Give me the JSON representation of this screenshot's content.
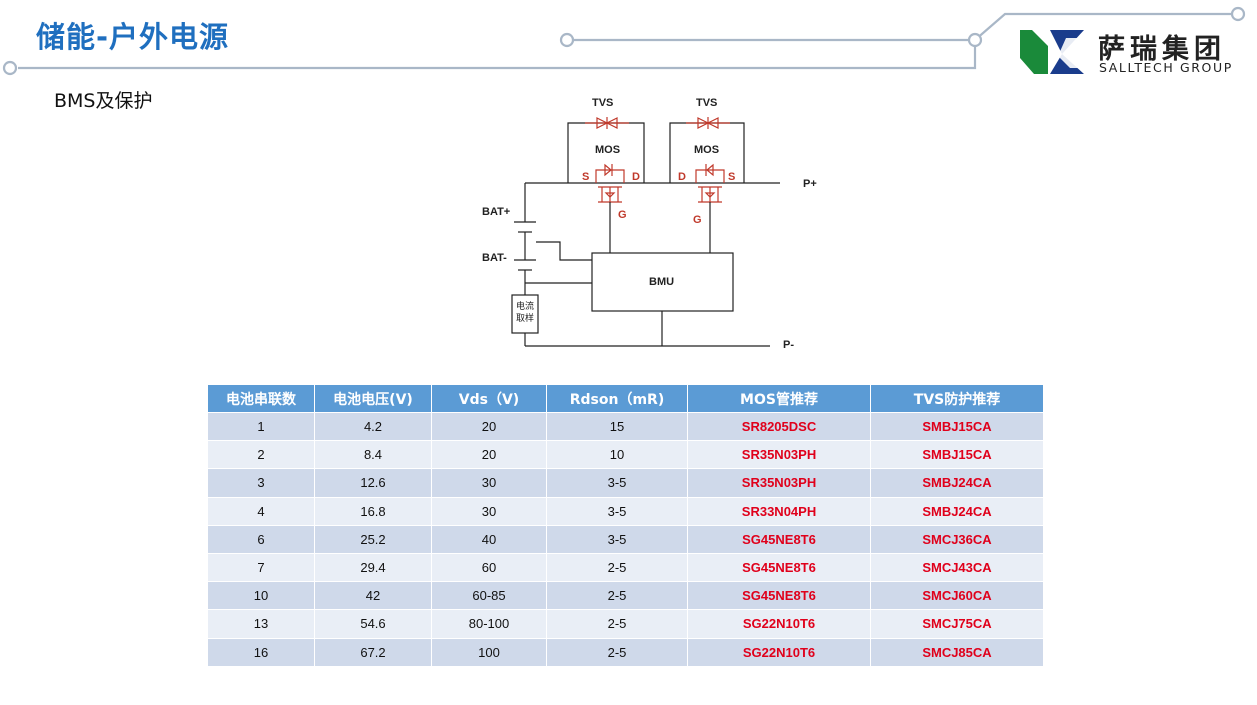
{
  "header": {
    "title": "储能-户外电源",
    "subtitle": "BMS及保护"
  },
  "logo": {
    "name_cn": "萨瑞集团",
    "name_en": "SALLTECH GROUP",
    "colors": {
      "green": "#1a8a3a",
      "blue": "#1a3c8c"
    }
  },
  "colors": {
    "title": "#1f6fbf",
    "header_bg": "#5b9bd5",
    "row_odd": "#cfd9ea",
    "row_even": "#e9eef6",
    "part_red": "#e0001b",
    "circuit_red": "#c0392b",
    "deco_line": "#a9b7c7"
  },
  "circuit": {
    "tvs_left": "TVS",
    "tvs_right": "TVS",
    "mos_left": "MOS",
    "mos_right": "MOS",
    "s_left": "S",
    "d_left": "D",
    "d_right": "D",
    "s_right": "S",
    "g_left": "G",
    "g_right": "G",
    "p_plus": "P+",
    "p_minus": "P-",
    "bat_plus": "BAT+",
    "bat_minus": "BAT-",
    "bmu": "BMU",
    "sense_line1": "电流",
    "sense_line2": "取样"
  },
  "table": {
    "headers": [
      "电池串联数",
      "电池电压(V)",
      "Vds（V)",
      "Rdson（mR)",
      "MOS管推荐",
      "TVS防护推荐"
    ],
    "rows": [
      [
        "1",
        "4.2",
        "20",
        "15",
        "SR8205DSC",
        "SMBJ15CA"
      ],
      [
        "2",
        "8.4",
        "20",
        "10",
        "SR35N03PH",
        "SMBJ15CA"
      ],
      [
        "3",
        "12.6",
        "30",
        "3-5",
        "SR35N03PH",
        "SMBJ24CA"
      ],
      [
        "4",
        "16.8",
        "30",
        "3-5",
        "SR33N04PH",
        "SMBJ24CA"
      ],
      [
        "6",
        "25.2",
        "40",
        "3-5",
        "SG45NE8T6",
        "SMCJ36CA"
      ],
      [
        "7",
        "29.4",
        "60",
        "2-5",
        "SG45NE8T6",
        "SMCJ43CA"
      ],
      [
        "10",
        "42",
        "60-85",
        "2-5",
        "SG45NE8T6",
        "SMCJ60CA"
      ],
      [
        "13",
        "54.6",
        "80-100",
        "2-5",
        "SG22N10T6",
        "SMCJ75CA"
      ],
      [
        "16",
        "67.2",
        "100",
        "2-5",
        "SG22N10T6",
        "SMCJ85CA"
      ]
    ]
  }
}
